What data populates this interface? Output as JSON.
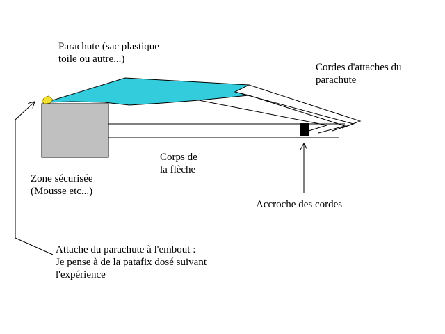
{
  "labels": {
    "parachute": "Parachute (sac plastique\ntoile ou autre...)",
    "cords": "Cordes d'attaches du\nparachute",
    "body": "Corps de\nla flèche",
    "safe_zone": "Zone sécurisée\n(Mousse etc...)",
    "cord_hook": "Accroche des cordes",
    "attach": "Attache du parachute à l'embout :\nJe pense à de la patafix dosé suivant\nl'expérience"
  },
  "colors": {
    "parachute": "#33ccdd",
    "foam": "#c0c0c0",
    "putty": "#f2e030",
    "hook": "#000000",
    "line": "#000000"
  }
}
